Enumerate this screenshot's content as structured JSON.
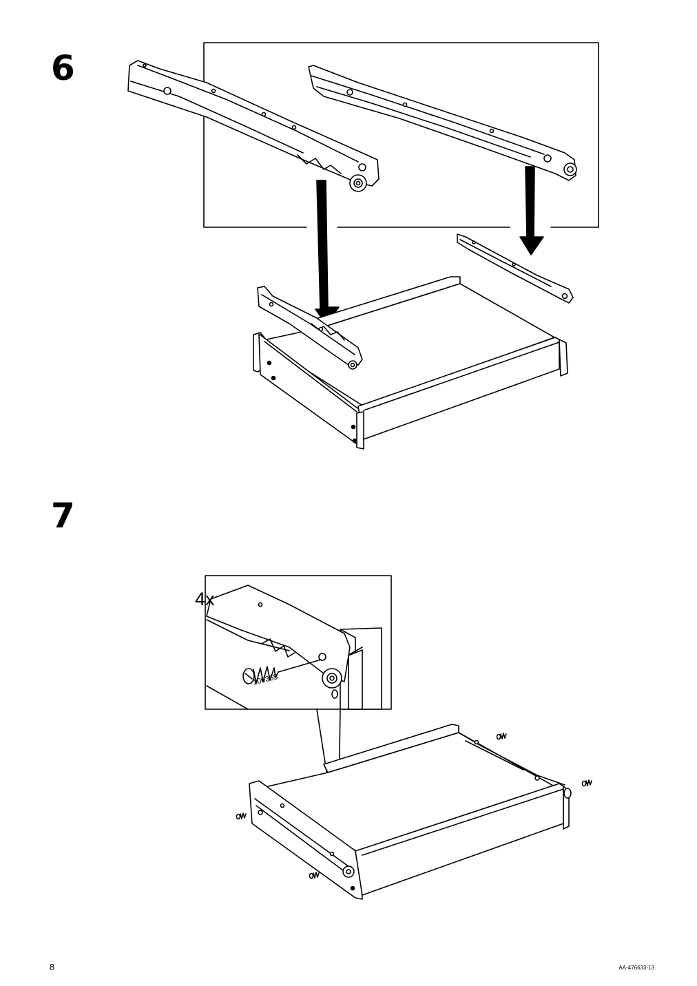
{
  "steps": [
    {
      "number": "6"
    },
    {
      "number": "7",
      "quantity": "4x",
      "part_number": "100365"
    }
  ],
  "footer": {
    "page_number": "8",
    "document_code": "AA-476633-13"
  }
}
